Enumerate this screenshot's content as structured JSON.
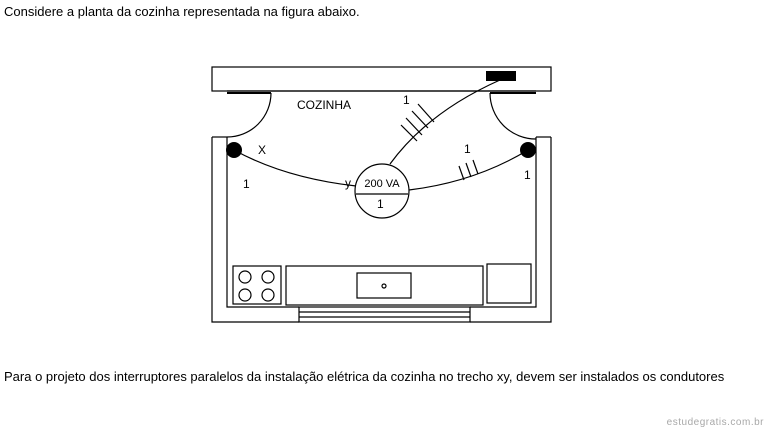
{
  "intro_text": "Considere a planta da cozinha representada na figura abaixo.",
  "question_text": "Para o projeto dos interruptores paralelos da instalação elétrica da cozinha no trecho xy, devem ser instalados os condutores",
  "watermark": "estudegratis.com.br",
  "diagram": {
    "room_label": "COZINHA",
    "point_x_label": "X",
    "point_y_label": "y",
    "left_switch_circuit": "1",
    "right_switch_circuit": "1",
    "branch_top_circuit": "1",
    "branch_right_circuit": "1",
    "lamp_power": "200 VA",
    "lamp_circuit": "1"
  }
}
